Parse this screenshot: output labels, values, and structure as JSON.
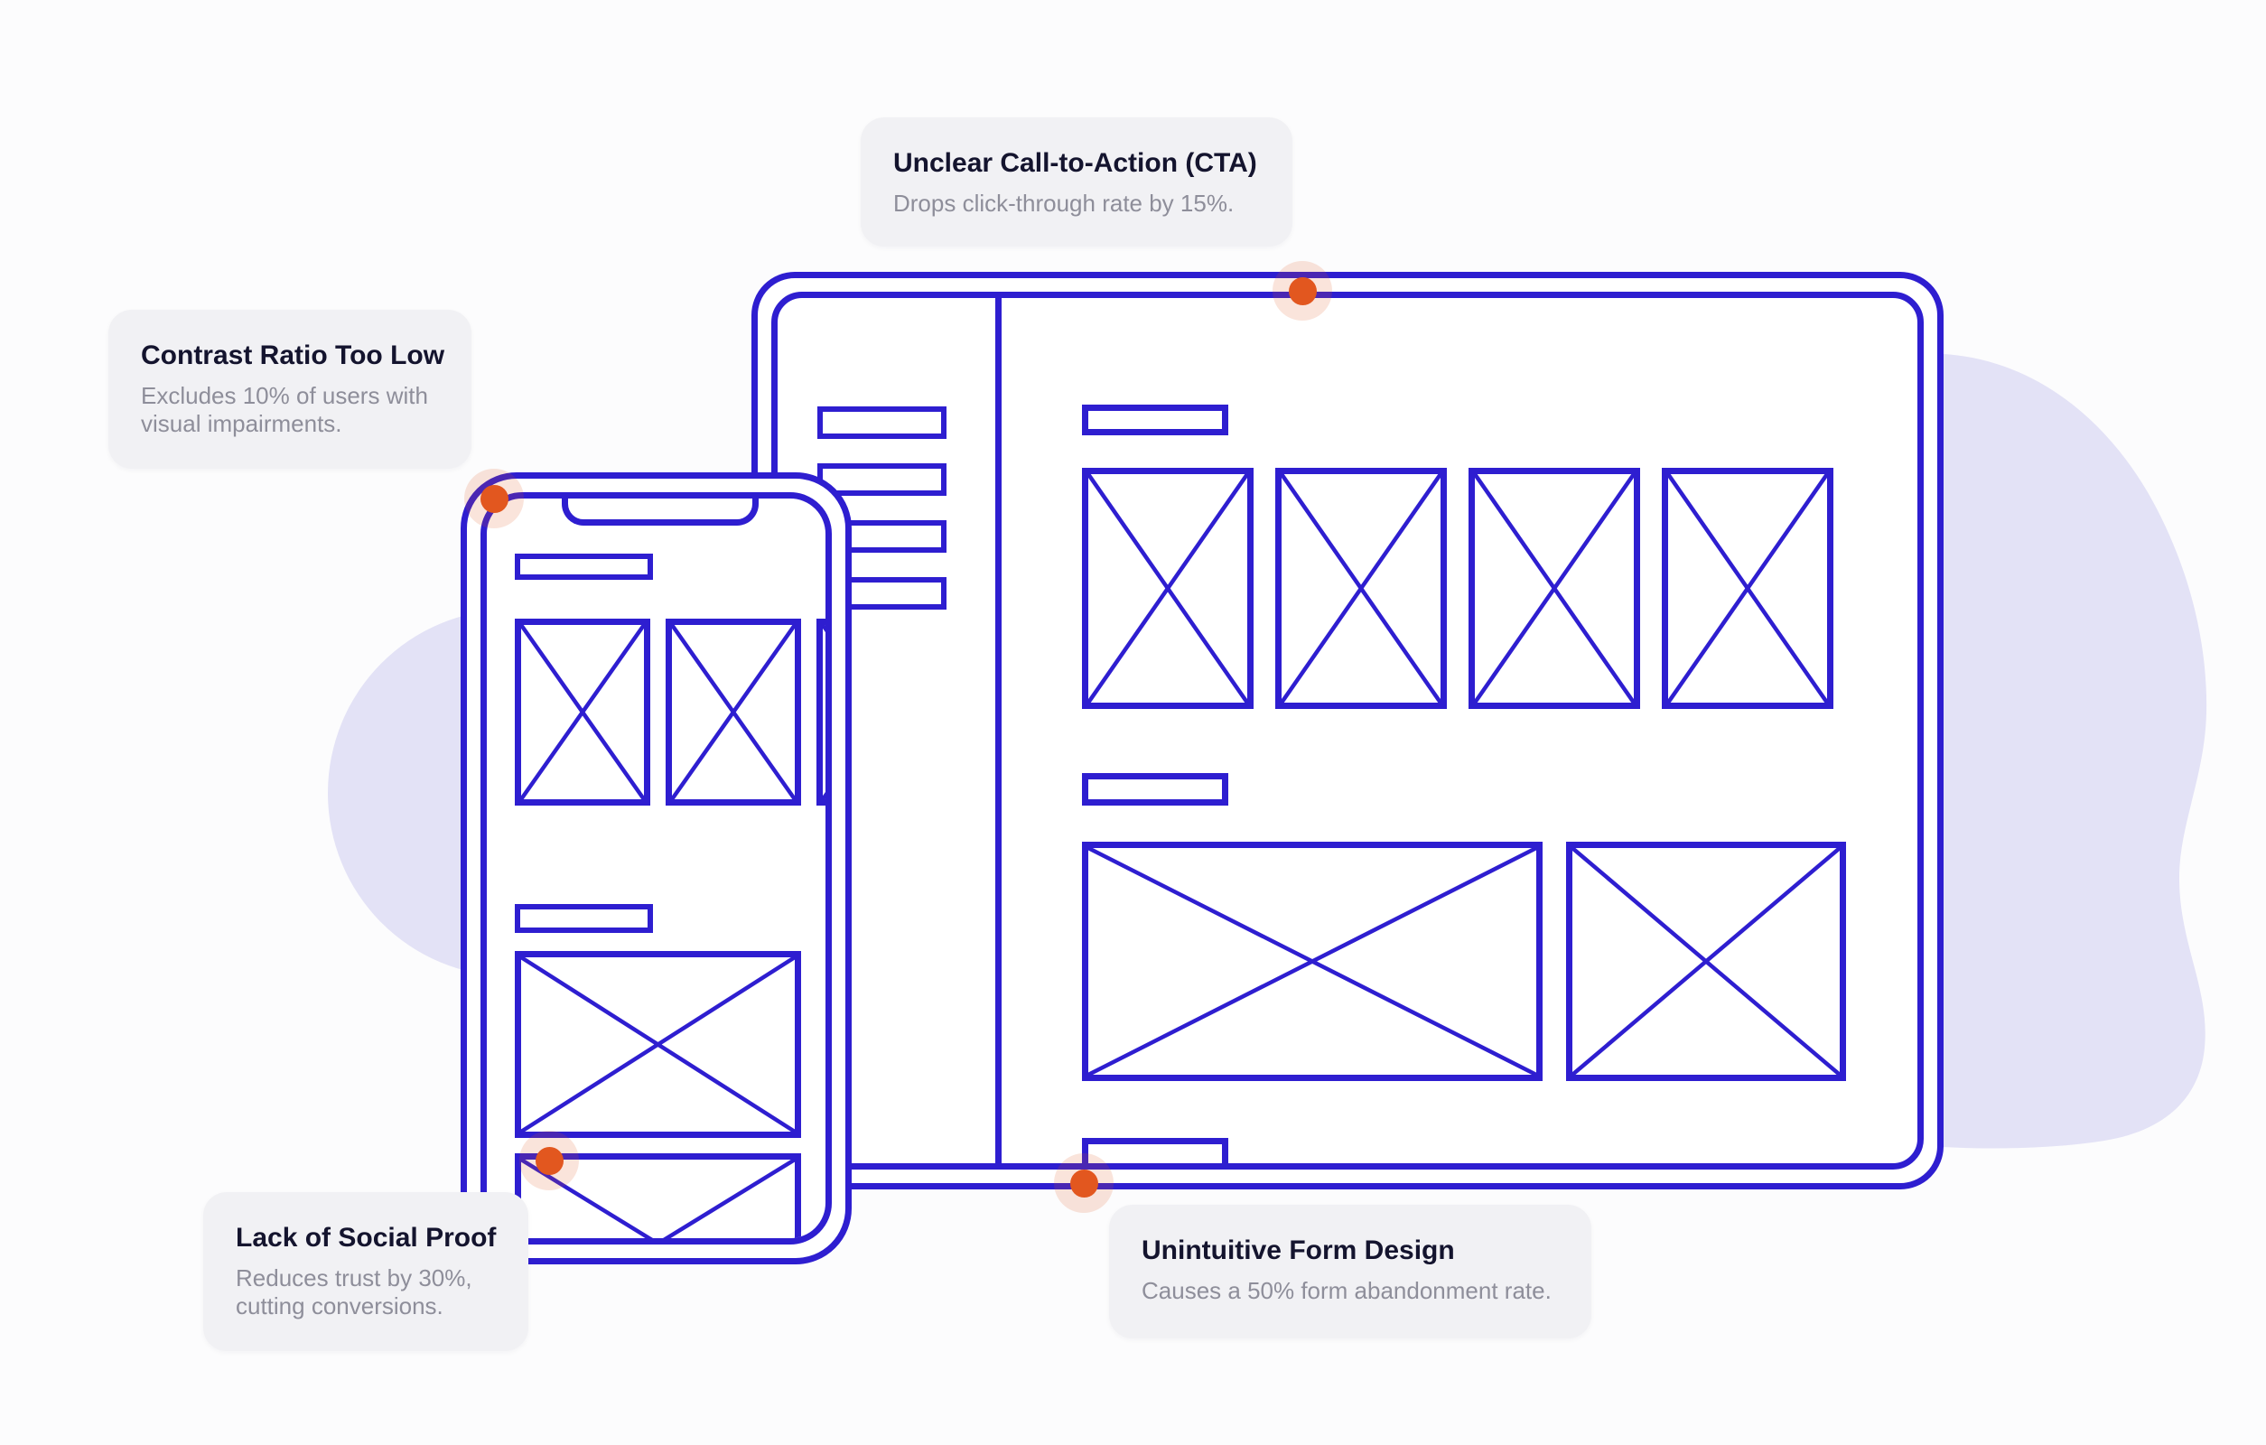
{
  "illustration": {
    "name": "UX audit wireframe diagram",
    "callouts": [
      {
        "id": "cta",
        "title": "Unclear Call-to-Action (CTA)",
        "description": "Drops click-through rate by 15%."
      },
      {
        "id": "contrast",
        "title": "Contrast Ratio Too Low",
        "description": "Excludes 10% of users with visual impairments."
      },
      {
        "id": "social",
        "title": "Lack of Social Proof",
        "description": "Reduces trust by 30%, cutting conversions."
      },
      {
        "id": "form",
        "title": "Unintuitive Form Design",
        "description": "Causes a 50% form abandonment rate."
      }
    ]
  },
  "colors": {
    "wireframe_stroke": "#2e1ed0",
    "marker_orange": "#e2571f",
    "marker_halo": "rgba(226,87,31,0.16)",
    "blob_lavender": "#e3e2f6",
    "card_background": "#f1f1f4",
    "card_title": "#14142e",
    "card_subtitle": "#8e8e9a",
    "canvas_background": "#fcfcfd"
  }
}
